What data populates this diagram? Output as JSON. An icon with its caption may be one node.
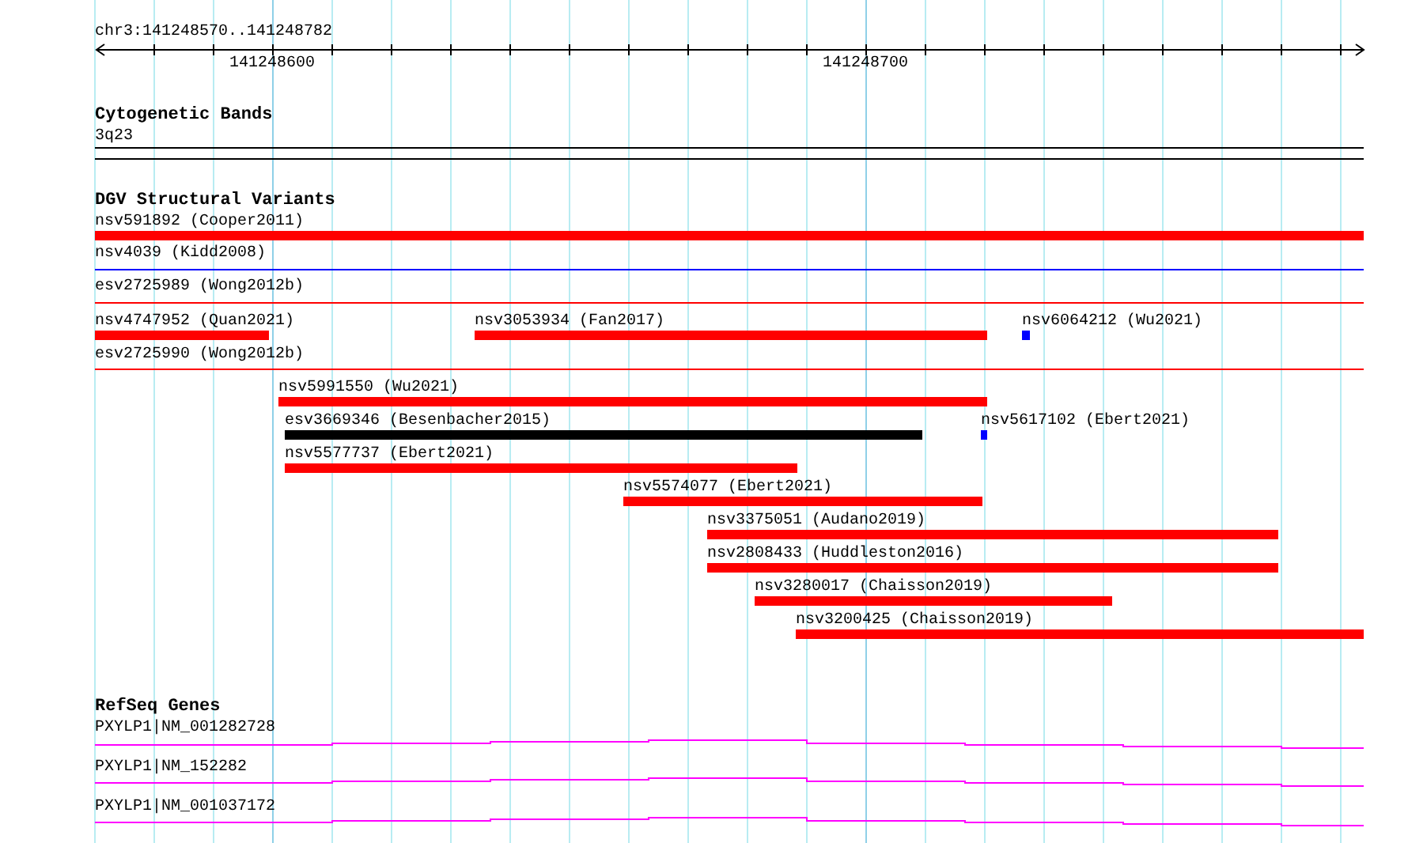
{
  "diagram": {
    "nodes": [
      {
        "text": [
          "nsv591892 (Cooper2011)"
        ]
      },
      {
        "text": [
          "nsv4039 (Kidd2008)"
        ]
      },
      {
        "text": [
          "esv2725989 (Wong2012b)"
        ]
      },
      {
        "text": [
          "nsv4747952 (Quan2021)"
        ]
      },
      {
        "text": [
          "nsv3053934 (Fan2017)"
        ]
      },
      {
        "text": [
          "nsv6064212 (Wu2021)"
        ]
      },
      {
        "text": [
          "esv2725990 (Wong2012b)"
        ]
      },
      {
        "text": [
          "nsv5991550 (Wu2021)"
        ]
      },
      {
        "text": [
          "esv3669346 (Besenbacher2015)"
        ]
      },
      {
        "text": [
          "nsv5617102 (Ebert2021)"
        ]
      },
      {
        "text": [
          "nsv5577737 (Ebert2021)"
        ]
      },
      {
        "text": [
          "nsv5574077 (Ebert2021)"
        ]
      },
      {
        "text": [
          "nsv3375051 (Audano2019)"
        ]
      },
      {
        "text": [
          "nsv2808433 (Huddleston2016)"
        ]
      },
      {
        "text": [
          "nsv3280017 (Chaisson2019)"
        ]
      },
      {
        "text": [
          "nsv3200425 (Chaisson2019)"
        ]
      },
      {
        "text": [
          "PXYLP1|NM_001282728"
        ]
      },
      {
        "text": [
          "PXYLP1|NM_152282"
        ]
      },
      {
        "text": [
          "PXYLP1|NM_001037172"
        ]
      }
    ],
    "labels": [
      "chr3:141248570..141248782",
      "141248600",
      "141248700",
      "Cytogenetic Bands",
      "3q23",
      "DGV Structural Variants",
      "RefSeq Genes"
    ]
  }
}
